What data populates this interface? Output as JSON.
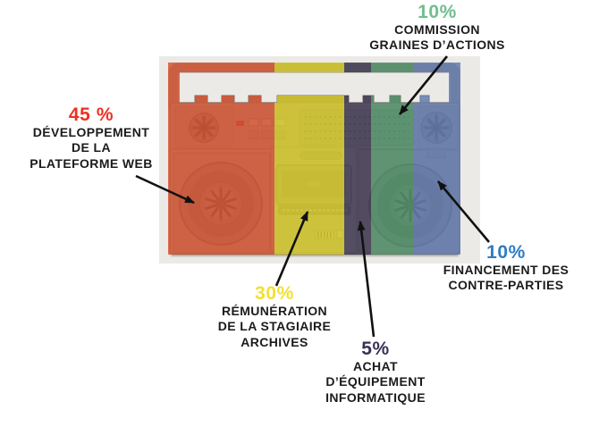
{
  "chart_data": {
    "type": "pie",
    "title": "",
    "unit": "%",
    "categories": [
      "DÉVELOPPEMENT DE LA PLATEFORME WEB",
      "RÉMUNÉRATION DE LA STAGIAIRE ARCHIVES",
      "ACHAT D’ÉQUIPEMENT INFORMATIQUE",
      "COMMISSION GRAINES D’ACTIONS",
      "FINANCEMENT DES CONTRE-PARTIES"
    ],
    "values": [
      45,
      30,
      5,
      10,
      10
    ],
    "colors": [
      "#d4512f",
      "#d3c623",
      "#3f3852",
      "#4e8f66",
      "#6079ad"
    ],
    "legend_position": "none",
    "layout": "percentage labels with black arrows pointing to color bands overlaid on a boombox photo"
  },
  "image": {
    "subject": "vintage boombox cassette radio photo, tinted by five vertical budget bands"
  },
  "segments": [
    {
      "pct": "45 %",
      "lines": [
        "DÉVELOPPEMENT",
        "DE LA",
        "PLATEFORME WEB"
      ],
      "color": "#e93223"
    },
    {
      "pct": "30%",
      "lines": [
        "RÉMUNÉRATION",
        "DE LA STAGIAIRE",
        "ARCHIVES"
      ],
      "color": "#f2e131"
    },
    {
      "pct": "5%",
      "lines": [
        "ACHAT",
        "D’ÉQUIPEMENT",
        "INFORMATIQUE"
      ],
      "color": "#3a3156"
    },
    {
      "pct": "10%",
      "lines": [
        "COMMISSION",
        "GRAINES D’ACTIONS"
      ],
      "color": "#6fbe8e"
    },
    {
      "pct": "10%",
      "lines": [
        "FINANCEMENT DES",
        "CONTRE-PARTIES"
      ],
      "color": "#2f7cc4"
    }
  ]
}
